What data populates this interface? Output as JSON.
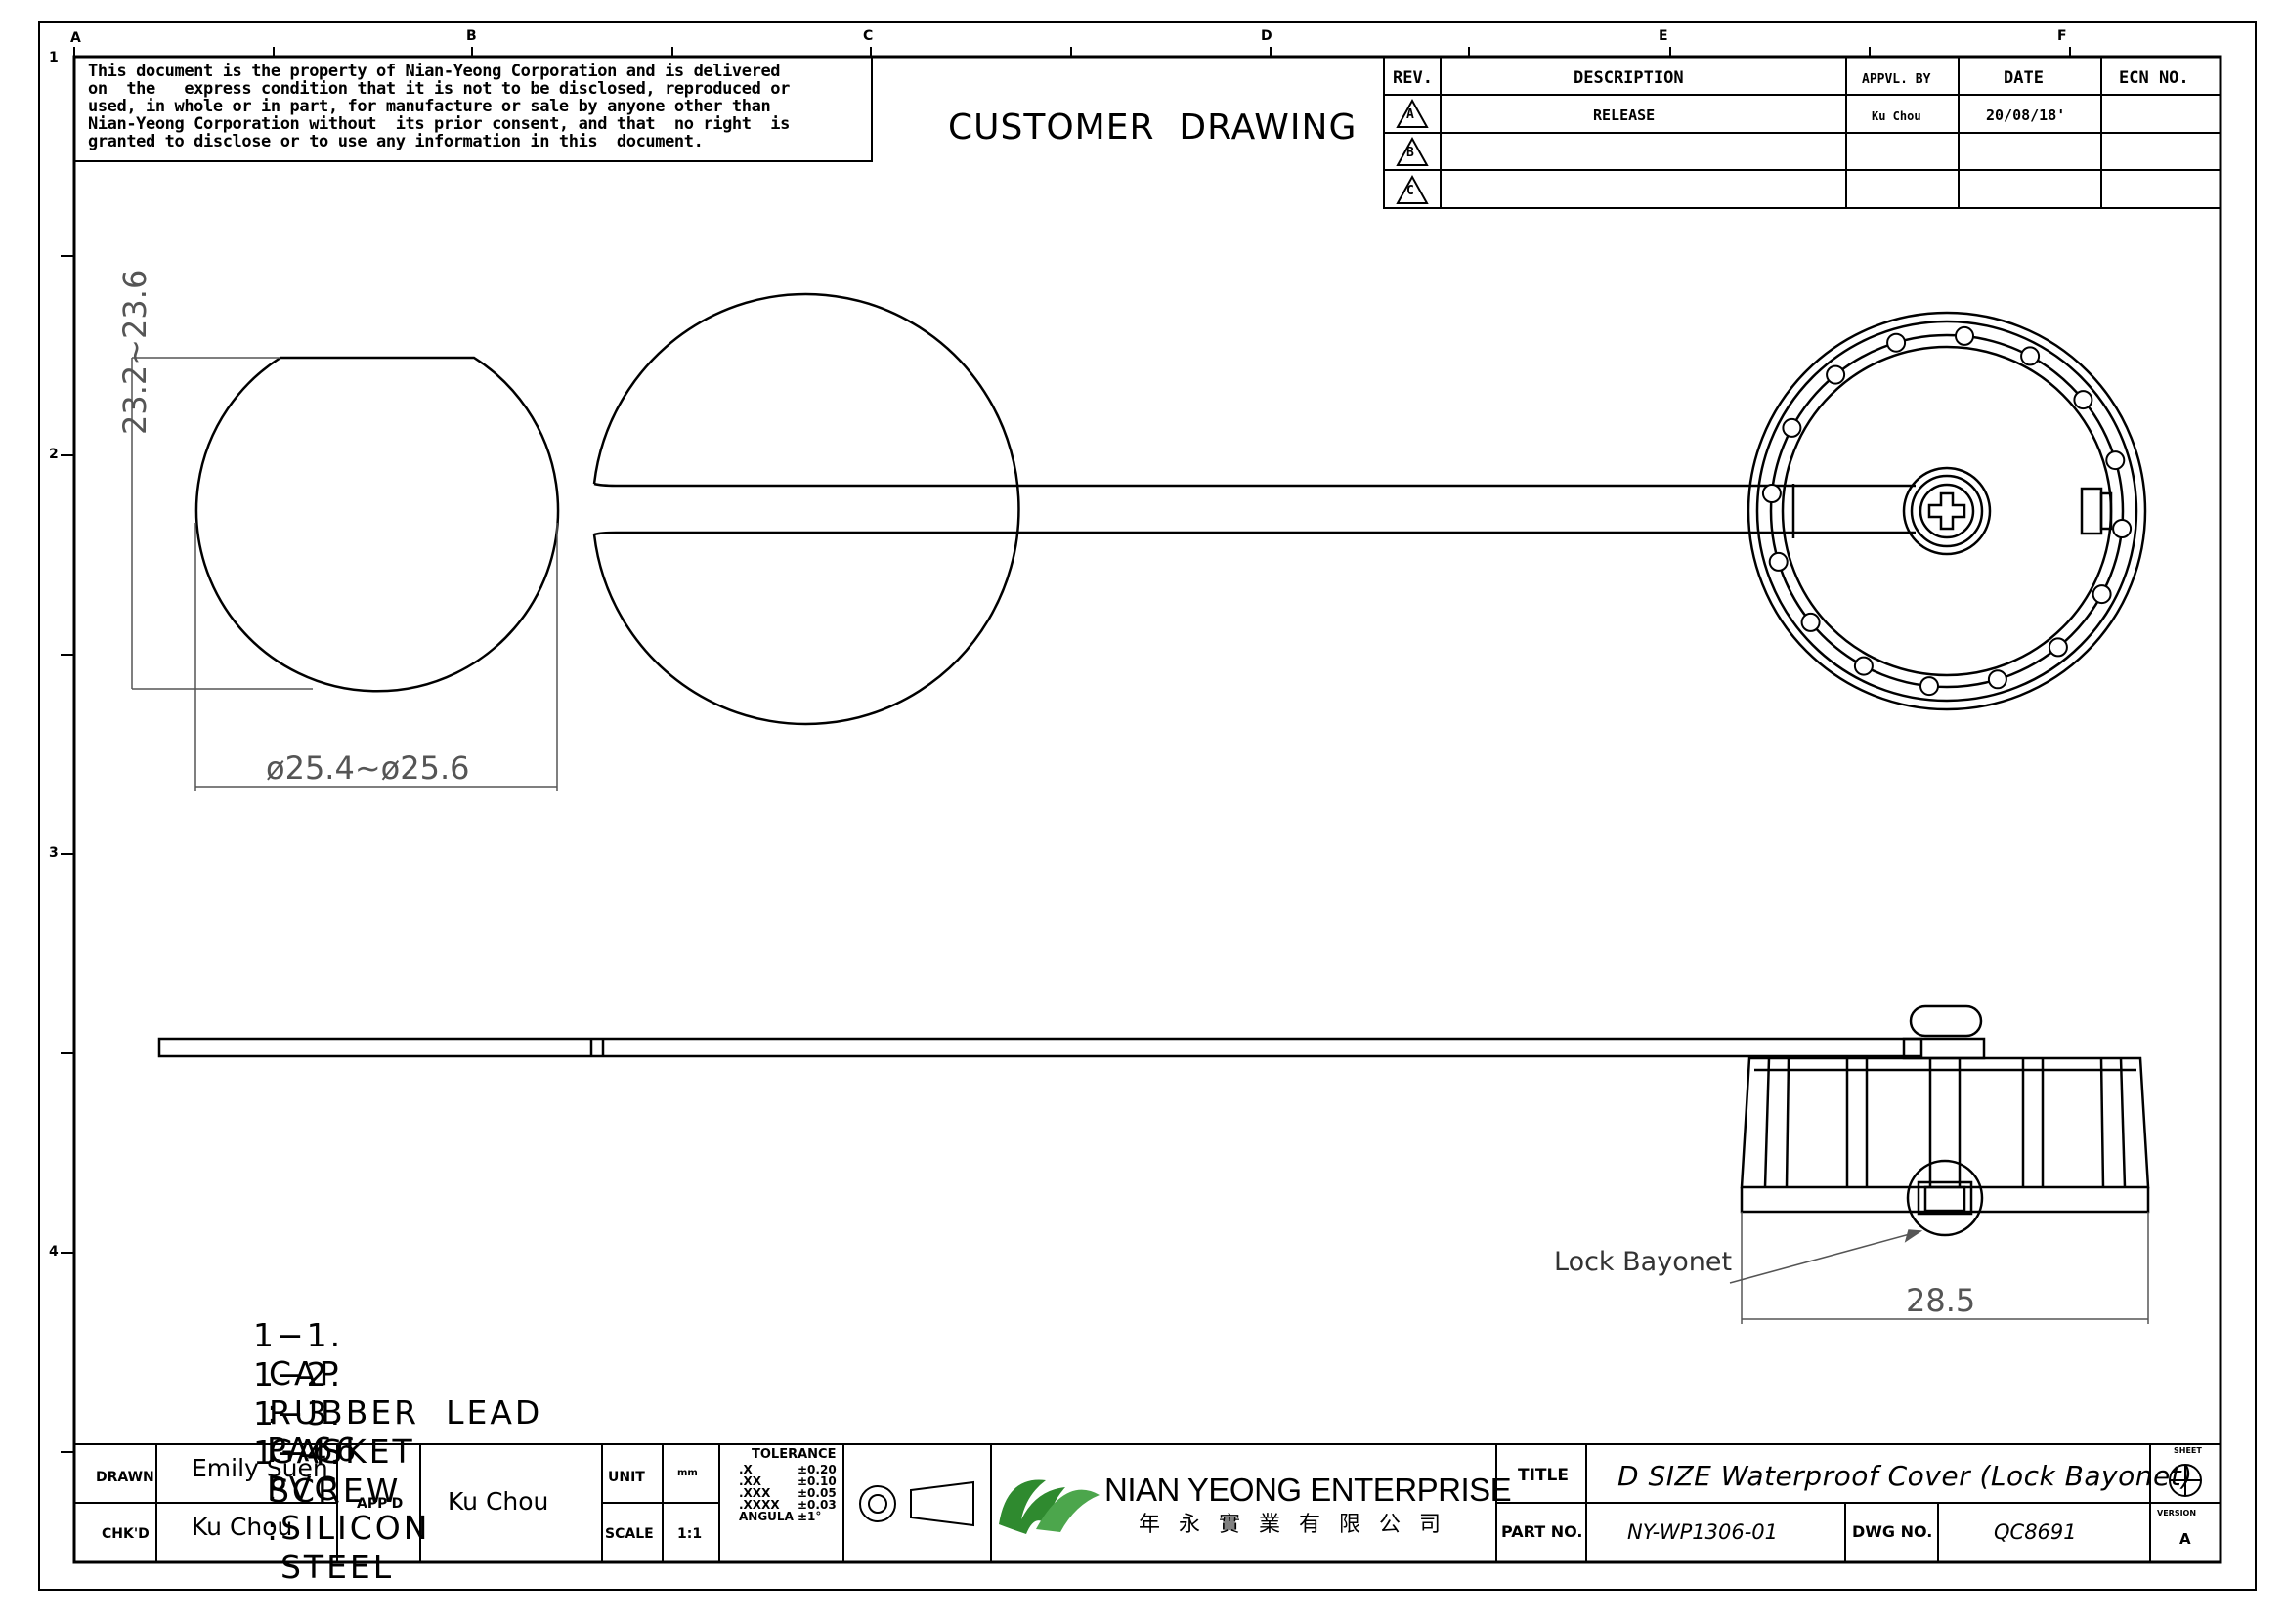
{
  "grid": {
    "columns": [
      "A",
      "B",
      "C",
      "D",
      "E",
      "F"
    ],
    "rows": [
      "1",
      "2",
      "3",
      "4"
    ]
  },
  "notice_lines": [
    "This document is the property of Nian-Yeong Corporation and is delivered",
    "on  the   express condition that it is not to be disclosed, reproduced or",
    "used, in whole or in part, for manufacture or sale by anyone other than",
    "Nian-Yeong Corporation without  its prior consent, and that  no right  is",
    "granted to disclose or to use any information in this  document."
  ],
  "drawing_title": "CUSTOMER  DRAWING",
  "revision_table": {
    "headers": [
      "REV.",
      "DESCRIPTION",
      "APPVL. BY",
      "DATE",
      "ECN NO."
    ],
    "rows": [
      {
        "rev": "A",
        "description": "RELEASE",
        "approved_by": "Ku Chou",
        "date": "20/08/18'",
        "ecn": ""
      },
      {
        "rev": "B",
        "description": "",
        "approved_by": "",
        "date": "",
        "ecn": ""
      },
      {
        "rev": "C",
        "description": "",
        "approved_by": "",
        "date": "",
        "ecn": ""
      }
    ]
  },
  "dimensions": {
    "ring_height": "23.2~23.6",
    "ring_diameter": "ø25.4~ø25.6",
    "cap_width": "28.5"
  },
  "callouts": {
    "lock_bayonet": "Lock Bayonet"
  },
  "materials": [
    {
      "num": "1−1.",
      "part": "CAP",
      "sep": ":",
      "material": "PA66"
    },
    {
      "num": "1−2.",
      "part": "RUBBER  LEAD",
      "sep": ":",
      "material": "PVC"
    },
    {
      "num": "1−3.",
      "part": "GASKET",
      "sep": ":",
      "material": "SILICON"
    },
    {
      "num": "1−4.",
      "part": "SCREW",
      "sep": ":",
      "material": "STEEL"
    }
  ],
  "title_block": {
    "drawn_label": "DRAWN",
    "drawn_by": "Emily Suen",
    "checked_label": "CHK'D",
    "checked_by": "Ku Chou",
    "approved_label": "APP'D",
    "approved_by": "Ku Chou",
    "unit_label": "UNIT",
    "unit_value": "mm",
    "scale_label": "SCALE",
    "scale_value": "1:1",
    "tolerance_title": "TOLERANCE",
    "tolerances": [
      {
        "digits": ".X",
        "value": "±0.20"
      },
      {
        "digits": ".XX",
        "value": "±0.10"
      },
      {
        "digits": ".XXX",
        "value": "±0.05"
      },
      {
        "digits": ".XXXX",
        "value": "±0.03"
      },
      {
        "digits": "ANGULA",
        "value": "±1°"
      }
    ],
    "company_name": "NIAN YEONG ENTERPRISE",
    "company_name_cn": "年 永 實 業 有 限 公 司",
    "title_label": "TITLE",
    "title_value": "D SIZE Waterproof Cover (Lock Bayonet)",
    "part_no_label": "PART NO.",
    "part_no": "NY-WP1306-01",
    "dwg_no_label": "DWG NO.",
    "dwg_no": "QC8691",
    "sheet_label": "SHEET",
    "version_label": "VERSION",
    "version": "A"
  },
  "colors": {
    "line": "#000000",
    "dimension": "#555555",
    "logo_green": "#2f8a2f"
  }
}
